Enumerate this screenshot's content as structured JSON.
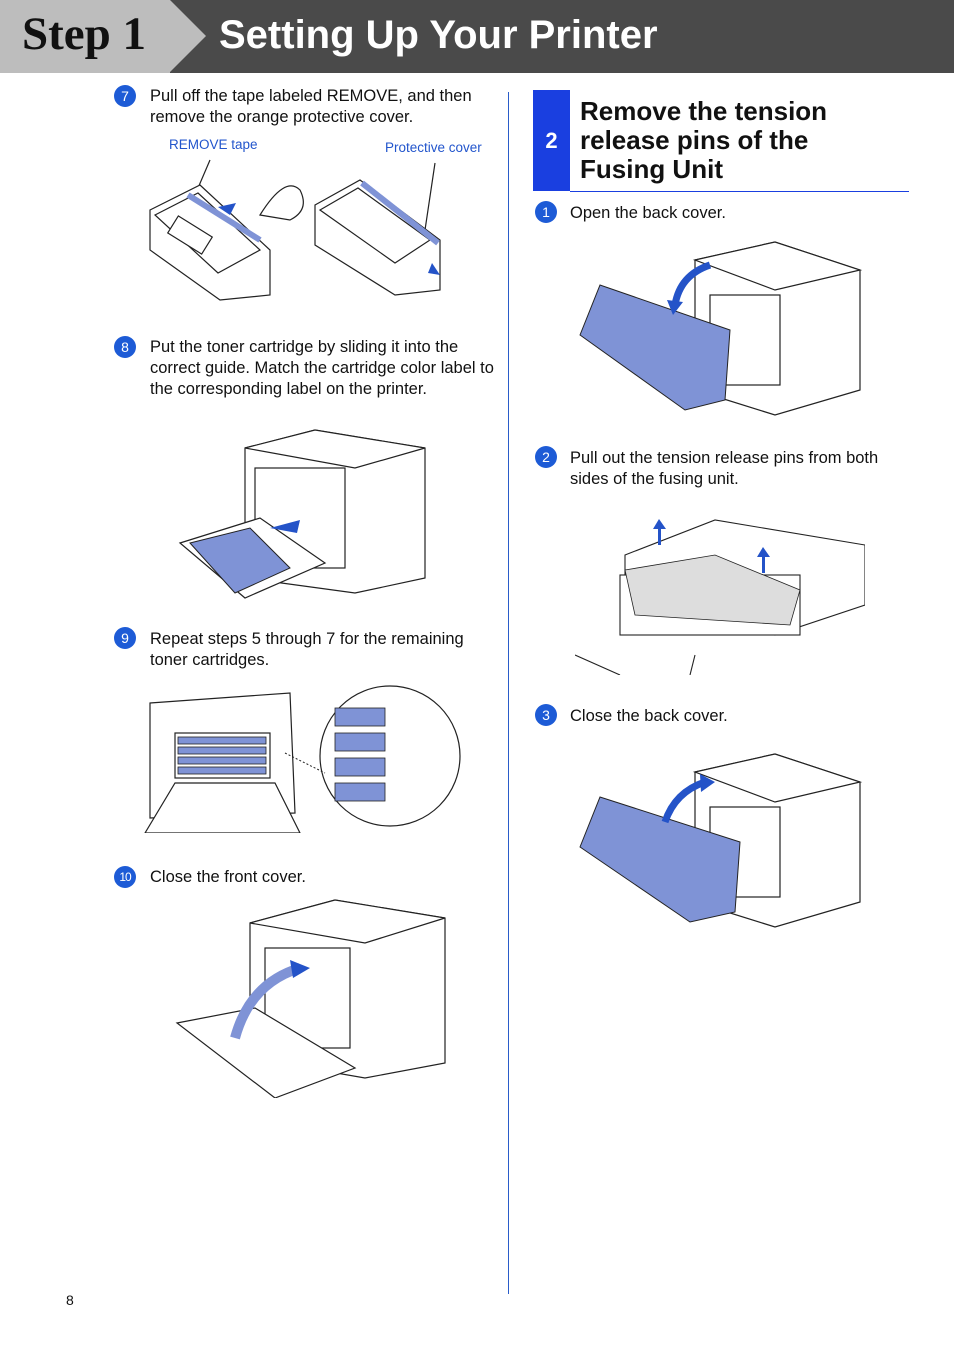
{
  "header": {
    "step": "Step 1",
    "title": "Setting Up Your Printer"
  },
  "left": {
    "step7": {
      "num": "7",
      "text": "Pull off the tape labeled REMOVE, and then remove the orange protective cover.",
      "callout_tape": "REMOVE tape",
      "callout_cover": "Protective cover"
    },
    "step8": {
      "num": "8",
      "text": "Put the toner cartridge by sliding it into the correct guide. Match the cartridge color label to the corresponding label on the printer."
    },
    "step9": {
      "num": "9",
      "text": "Repeat steps 5 through 7 for the remaining toner cartridges."
    },
    "step10": {
      "num": "10",
      "text": "Close the front cover."
    }
  },
  "right": {
    "section": {
      "num": "2",
      "title": "Remove the tension release pins of the Fusing Unit"
    },
    "step1": {
      "num": "1",
      "text": "Open the back cover."
    },
    "step2": {
      "num": "2",
      "text": "Pull out the tension release pins from both sides of the fusing unit."
    },
    "step3": {
      "num": "3",
      "text": "Close the back cover."
    }
  },
  "page_number": "8",
  "colors": {
    "accent": "#1d5bd6",
    "section_blue": "#1a3fe0",
    "banner_dark": "#4a4a4a",
    "banner_light": "#bdbdbd",
    "cartridge_blue": "#7f93d6"
  }
}
